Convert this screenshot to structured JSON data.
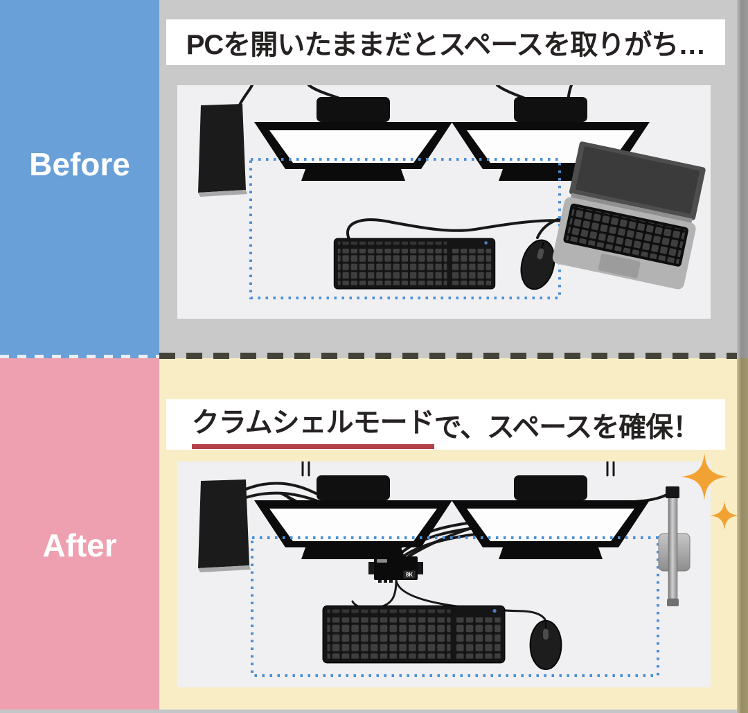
{
  "before": {
    "label": "Before",
    "banner": "PCを開いたままだとスペースを取りがち…",
    "sidebar_color": "#69a0d7",
    "background_color": "#c9c9c9"
  },
  "after": {
    "label": "After",
    "banner_underlined": "クラムシェルモード",
    "banner_rest": "で、スペースを確保！",
    "underline_color": "#b5404a",
    "sidebar_color": "#eea0b0",
    "background_color": "#f9edc5"
  },
  "illustration": {
    "kvm_badge_label": "8K",
    "free_space_outline_color": "#4a90d9",
    "sparkle_color": "#f2a233",
    "cable_color": "#181818",
    "objects_before": [
      "pc-tower",
      "monitor",
      "monitor",
      "keyboard",
      "mouse",
      "open-laptop",
      "free-space-outline"
    ],
    "objects_after": [
      "pc-tower",
      "monitor",
      "monitor",
      "kvm-switch",
      "keyboard",
      "mouse",
      "laptop-in-vertical-stand",
      "free-space-outline",
      "sparkles"
    ]
  }
}
